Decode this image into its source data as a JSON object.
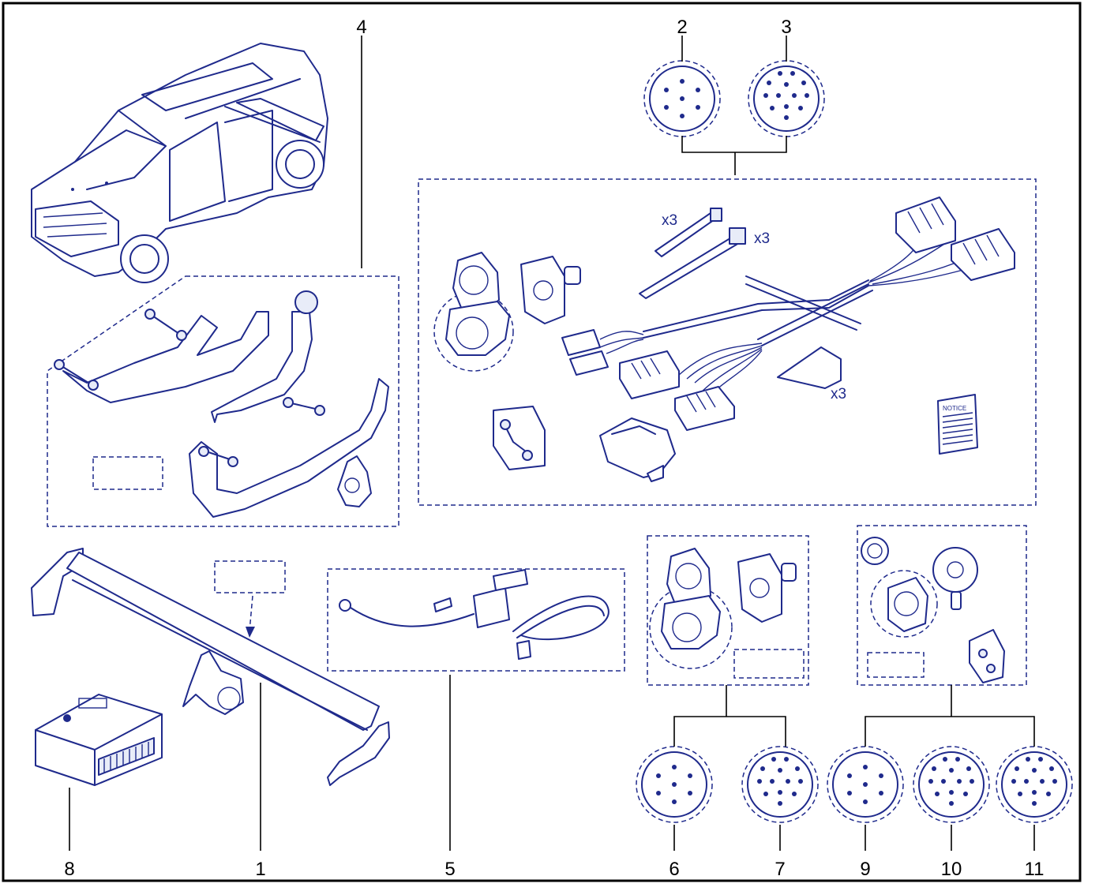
{
  "callouts": [
    "1",
    "2",
    "3",
    "4",
    "5",
    "6",
    "7",
    "8",
    "9",
    "10",
    "11"
  ],
  "quantities": {
    "tie_small": "x3",
    "tie_large": "x3",
    "pad": "x3"
  },
  "notice_label": "NOTICE",
  "colors": {
    "line": "#1f2a8c",
    "frame": "#000000",
    "background": "#ffffff"
  }
}
